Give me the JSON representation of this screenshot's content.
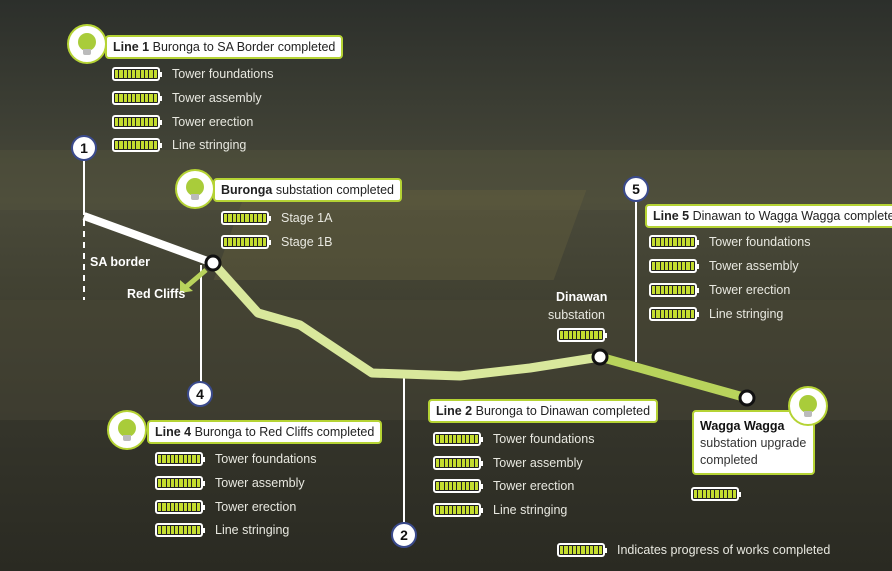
{
  "colors": {
    "accent": "#b5d334",
    "battery": "#c4dc2f",
    "route_light": "#d9e89c",
    "route_green": "#b8d35c",
    "marker_border": "#3a4a8c"
  },
  "icons": {
    "bulb": "lightbulb-icon",
    "battery": "battery-full-icon"
  },
  "progress_all": 1.0,
  "line1": {
    "number": "1",
    "bold": "Line 1",
    "title": "Buronga to SA Border completed",
    "items": [
      "Tower foundations",
      "Tower assembly",
      "Tower erection",
      "Line stringing"
    ]
  },
  "buronga": {
    "bold": "Buronga",
    "title": "substation completed",
    "items": [
      "Stage 1A",
      "Stage 1B"
    ]
  },
  "line5": {
    "number": "5",
    "bold": "Line 5",
    "title": "Dinawan to Wagga Wagga completed",
    "items": [
      "Tower foundations",
      "Tower assembly",
      "Tower erection",
      "Line stringing"
    ]
  },
  "line4": {
    "number": "4",
    "bold": "Line 4",
    "title": "Buronga to Red Cliffs completed",
    "items": [
      "Tower foundations",
      "Tower assembly",
      "Tower erection",
      "Line stringing"
    ]
  },
  "line2": {
    "number": "2",
    "bold": "Line 2",
    "title": "Buronga to Dinawan completed",
    "items": [
      "Tower foundations",
      "Tower assembly",
      "Tower erection",
      "Line stringing"
    ]
  },
  "places": {
    "sa_border": "SA border",
    "red_cliffs": "Red Cliffs",
    "dinawan_bold": "Dinawan",
    "dinawan_sub": "substation"
  },
  "wagga": {
    "bold": "Wagga Wagga",
    "line2": "substation upgrade",
    "line3": "completed"
  },
  "legend": "Indicates progress of works completed"
}
